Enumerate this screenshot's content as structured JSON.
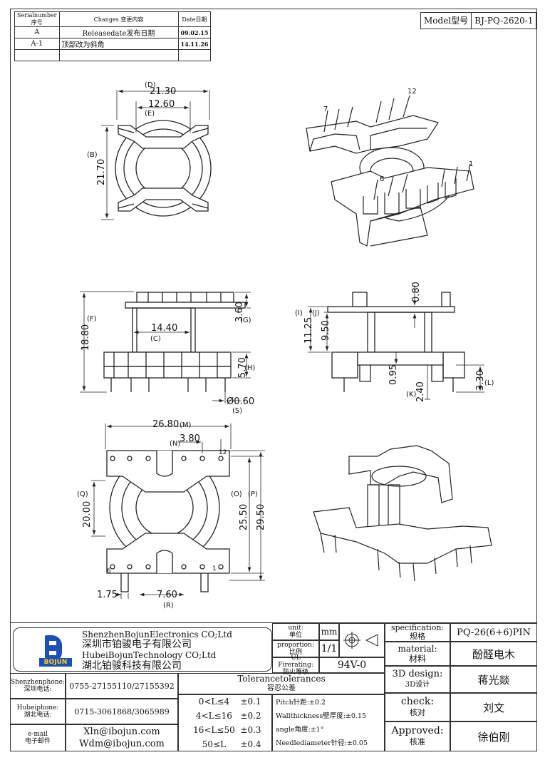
{
  "revision": {
    "header": {
      "no": "Serialnumber序号",
      "changes": "Changes 变更内容",
      "date": "Date日期"
    },
    "rows": [
      {
        "no": "A",
        "changes": "Releasedate发布日期",
        "date": "09.02.15"
      },
      {
        "no": "A-1",
        "changes": "顶部改为斜角",
        "date": "14.11.26"
      }
    ]
  },
  "model": {
    "label": "Model型号",
    "value": "BJ-PQ-2620-1"
  },
  "top_view": {
    "D": "(D)",
    "D_val": "21.30",
    "E": "(E)",
    "E_val": "12.60",
    "B": "(B)",
    "B_val": "21.70"
  },
  "iso_top": {
    "pin7": "7",
    "pin12": "12",
    "pin6": "6",
    "pin1": "1"
  },
  "front_view": {
    "F": "(F)",
    "F_val": "18.80",
    "C": "(C)",
    "C_val": "14.40",
    "G": "(G)",
    "G_val": "3.60",
    "H": "(H)",
    "H_val": "5.70",
    "S": "(S)",
    "S_val": "Ø0.60"
  },
  "side_view": {
    "I": "(I)",
    "I_val": "11.25",
    "J": "(J)",
    "J_val": "9.50",
    "top_val": "0.80",
    "w_val": "0.95",
    "K": "(K)",
    "K_val": "2.40",
    "L": "(L)",
    "L_val": "3.30"
  },
  "bottom_view": {
    "M": "(M)",
    "M_val": "26.80",
    "N": "(N)",
    "N_val": "3.80",
    "Q": "(Q)",
    "Q_val": "20.00",
    "O": "(O)",
    "O_val": "25.50",
    "P": "(P)",
    "P_val": "29.50",
    "R": "(R)",
    "R_val": "7.60",
    "pitch_val": "1.75",
    "pin12": "12",
    "pin6": "6",
    "pin1": "1"
  },
  "company": {
    "logo_text": "BOJUN",
    "line1": "ShenzhenBojunElectronics CO;Ltd",
    "line2": "深圳市铂骏电子有限公司",
    "line3": "HubeiBojunTechnology CO;Ltd",
    "line4": "湖北铂骏科技有限公司"
  },
  "unit": {
    "label": "unit:",
    "label_cn": "单位",
    "value": "mm"
  },
  "proportion": {
    "label": "proportion:",
    "label_cn": "比例",
    "value": "1/1"
  },
  "ul": {
    "label": "UL Firerating:",
    "label_cn": "防火等级",
    "value": "94V-0"
  },
  "specification": {
    "label": "specification:",
    "label_cn": "规格",
    "value": "PQ-26(6+6)PIN"
  },
  "material": {
    "label": "material:",
    "label_cn": "材料",
    "value": "酚醛电木"
  },
  "design": {
    "label": "3D design:",
    "label_cn": "3D设计",
    "value": "蒋光燚"
  },
  "check": {
    "label": "check:",
    "label_cn": "核对",
    "value": "刘文"
  },
  "approved": {
    "label": "Approved:",
    "label_cn": "核准",
    "value": "徐伯刚"
  },
  "contacts": [
    {
      "label": "Shenzhenphone:",
      "label_cn": "深圳电话:",
      "value": "0755-27155110/27155392"
    },
    {
      "label": "Hubeiphone:",
      "label_cn": "湖北电话:",
      "value": "0715-3061868/3065989"
    },
    {
      "label": "e-mail",
      "label_cn": "电子邮件",
      "value": "Xln@ibojun.com",
      "value2": "Wdm@ibojun.com"
    }
  ],
  "tolerances": {
    "title": "Tolerancetolerances",
    "title_cn": "容忍公差",
    "rows": [
      {
        "range": "0<L≤4",
        "tol": "±0.1"
      },
      {
        "range": "4<L≤16",
        "tol": "±0.2"
      },
      {
        "range": "16<L≤50",
        "tol": "±0.3"
      },
      {
        "range": "50≤L",
        "tol": "±0.4"
      }
    ],
    "notes": [
      "Pitch针距:±0.2",
      "Wallthickness壁厚度:±0.15",
      "angle角度:±1°",
      "Needlediameter针径:±0.05"
    ]
  }
}
